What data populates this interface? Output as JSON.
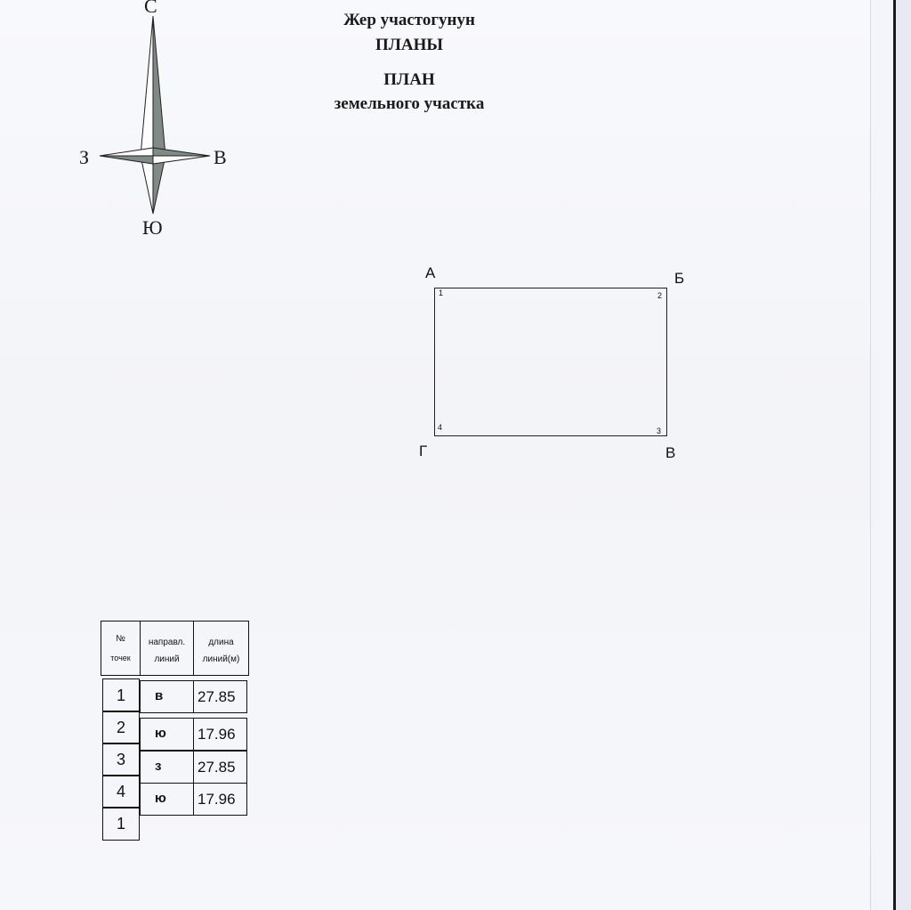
{
  "header": {
    "line1": "Жер участогунун",
    "line2": "ПЛАНЫ",
    "line3": "ПЛАН",
    "line4": "земельного участка"
  },
  "compass": {
    "north": "С",
    "south": "Ю",
    "west": "З",
    "east": "В"
  },
  "plot": {
    "corners": {
      "top_left_letter": "А",
      "top_right_letter": "Б",
      "bottom_right_letter": "В",
      "bottom_left_letter": "Г",
      "top_left_num": "1",
      "top_right_num": "2",
      "bottom_right_num": "3",
      "bottom_left_num": "4"
    }
  },
  "table": {
    "headers": {
      "points_line1": "№",
      "points_line2": "точек",
      "direction_line1": "направл.",
      "direction_line2": "линий",
      "length_line1": "длина",
      "length_line2": "линий(м)"
    },
    "points": [
      "1",
      "2",
      "3",
      "4",
      "1"
    ],
    "rows": [
      {
        "direction": "в",
        "length": "27.85"
      },
      {
        "direction": "ю",
        "length": "17.96"
      },
      {
        "direction": "з",
        "length": "27.85"
      },
      {
        "direction": "ю",
        "length": "17.96"
      }
    ]
  }
}
